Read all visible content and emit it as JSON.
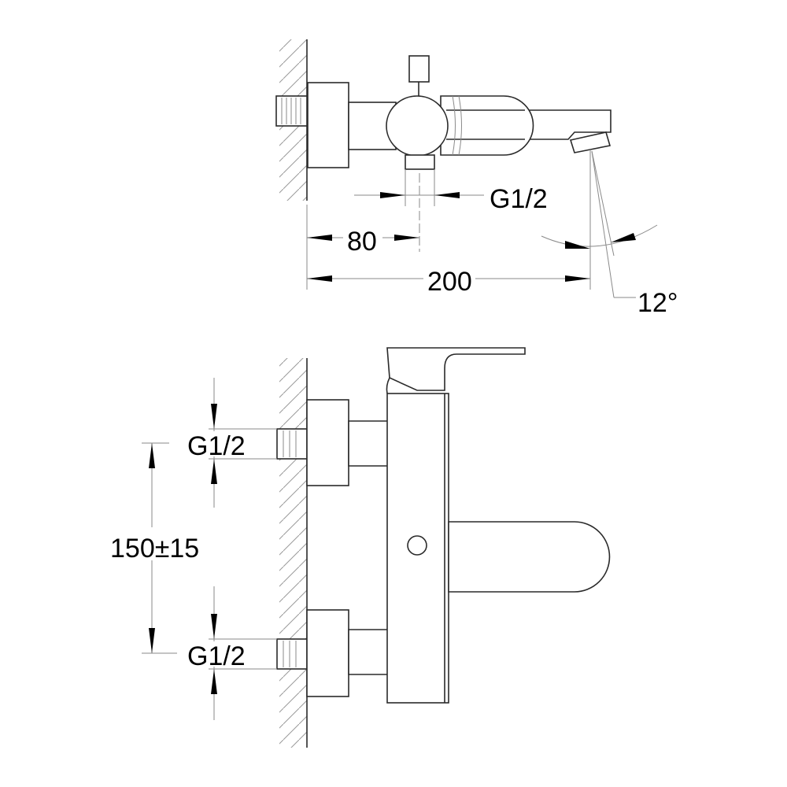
{
  "drawing": {
    "side_view": {
      "outlet_thread_label": "G1/2",
      "outlet_offset_label": "80",
      "spout_projection_label": "200",
      "spout_angle_label": "12°"
    },
    "front_view": {
      "upper_inlet_label": "G1/2",
      "lower_inlet_label": "G1/2",
      "inlet_spacing_label": "150±15"
    }
  }
}
